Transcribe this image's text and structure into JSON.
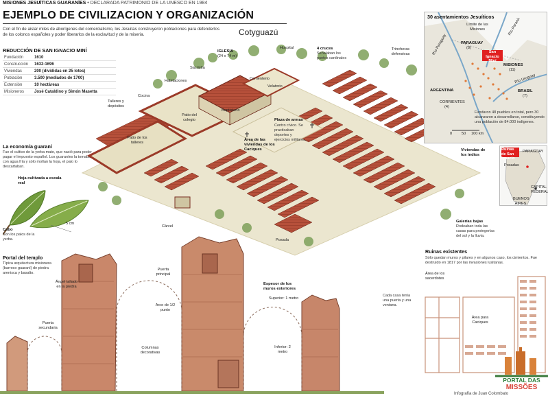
{
  "header": {
    "topbar_bold": "MISIONES JESUÍTICAS GUARANÍES",
    "topbar_rest": " • DECLARADA PATRIMONIO DE LA UNESCO EN 1984",
    "title": "EJEMPLO DE CIVILIZACION Y ORGANIZACIÓN",
    "intro": "Con el fin de aislar miles de aborígenes del comercialismo, los Jesuitas construyeron poblaciones para defenderlos de los colonos españoles y poder liberarlos de la esclavitud y de la miseria.",
    "overlay_caption": "Cotyguazú"
  },
  "facts": {
    "heading": "REDUCCIÓN DE SAN IGNACIO MINÍ",
    "rows": [
      {
        "key": "Fundación",
        "value": "1610"
      },
      {
        "key": "Construcción",
        "value": "1632-1696"
      },
      {
        "key": "Viviendas",
        "value": "200 (divididas en 25 lotes)"
      },
      {
        "key": "Población",
        "value": "3.500 (mediados de 1700)"
      },
      {
        "key": "Extensión",
        "value": "10 hectáreas"
      },
      {
        "key": "Misioneros",
        "value": "José Cataldino y Simón Masetta"
      }
    ]
  },
  "economy": {
    "heading": "La economía guaraní",
    "text": "Fue el cultivo de la yerba mate, que nació para poder pagar el impuesto español. Los guaraníes la tomaban con agua fría y sólo molían la hoja, el palo lo descartaban.",
    "leaf_label": "Hoja cultivada a escala real",
    "leaf_size": "5 cm",
    "cabo_label": "Cabo",
    "cabo_text": "Son los palos de la yerba."
  },
  "plan_labels": {
    "iglesia": "IGLESIA",
    "iglesia_size": "(24 x 74 m)",
    "hospital": "Hospital",
    "sacristia": "Sacristía",
    "cruces": "4 cruces",
    "cruces_text": "Señalaban los puntos cardinales",
    "trincheras": "Trincheras defensivas",
    "habitaciones": "Habitaciones",
    "cementerio": "Cementerio",
    "velatorio": "Velatorio",
    "talleres_depositos": "Talleres y depósitos",
    "cocina": "Cocina",
    "patio_colegio": "Patio del colegio",
    "baptisterio": "Baptisterio",
    "patio_talleres": "Patio de los talleres",
    "plaza": "Plaza de armas",
    "plaza_text": "Centro cívico. Se practicaban deportes y ejercicios militares.",
    "area_caciques": "Área de las viviendas de los Caciques",
    "viviendas_indios": "Viviendas de los indios",
    "carcel": "Cárcel",
    "posada": "Posada",
    "galerias": "Galerías bajas",
    "galerias_text": "Rodeaban toda las casas para protegerlas del sol y la lluvia.",
    "casa_text": "Cada casa tenía una puerta y una ventana."
  },
  "portal": {
    "heading": "Portal del templo",
    "text": "Típica arquitectura misionera (barroco guaraní) de piedra arenisca y basalto.",
    "angel": "Ángel tallado en la piedra",
    "puerta_principal": "Puerta principal",
    "arco": "Arco de 1/2 punto",
    "espesor": "Espesor de los muros exteriores",
    "superior": "Superior: 1 metro",
    "puerta_secundaria": "Puerta secundaria",
    "columnas": "Columnas decorativas",
    "inferior": "Inferior: 2 metro"
  },
  "map": {
    "heading": "30 asentamientos Jesuíticos",
    "limite": "Límite de las Misiones",
    "paraguay": "PARAGUAY",
    "paraguay_n": "(8)",
    "san_ignacio": "San Ignacio Miní",
    "misiones": "MISIONES",
    "misiones_n": "(11)",
    "argentina": "ARGENTINA",
    "corrientes": "CORRIENTES",
    "corrientes_n": "(4)",
    "brasil": "BRASIL",
    "brasil_n": "(7)",
    "rio_paraguay": "Río Paraguay",
    "rio_parana": "Río Paraná",
    "rio_uruguay": "Río Uruguay",
    "note": "Fundaron 48 pueblos en total, pero 30 alcanzaron a desarrollarse, constituyendo una población de 84.000 indígenes.",
    "scale_0": "0",
    "scale_50": "50",
    "scale_100": "100 km",
    "accent": "#e02020"
  },
  "minimap": {
    "tag": "Ruinas de San Ignacio",
    "paraguay": "PARAGUAY",
    "posadas": "Posadas",
    "capital": "CAPITAL FEDERAL",
    "ba": "BUENOS AIRES"
  },
  "ruins": {
    "heading": "Ruinas existentes",
    "text": "Sólo quedan muros y pilares y en algunos caso, los cimientos. Fue destruido en 1817 por las invasiones lusitanas.",
    "sacerdotes": "Área de los sacerdotes",
    "caciques": "Área para Caciques"
  },
  "footer": {
    "credit": "Infografía de Juan Colombato",
    "logo_line1": "PORTAL DAS",
    "logo_line2": "MISSÕES"
  }
}
